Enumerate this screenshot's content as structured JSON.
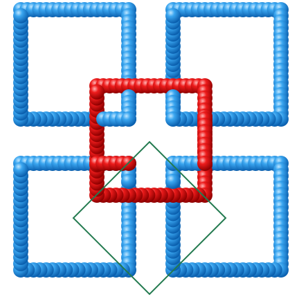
{
  "diagram": {
    "kind": "interlocked square bead rings",
    "rings": [
      {
        "name": "top-left",
        "color": "#1e8fe0"
      },
      {
        "name": "top-right",
        "color": "#1e8fe0"
      },
      {
        "name": "bottom-left",
        "color": "#1e8fe0"
      },
      {
        "name": "bottom-right",
        "color": "#1e8fe0"
      },
      {
        "name": "center",
        "color": "#e01010"
      }
    ],
    "unit_cell": {
      "stroke_color": "#237a4f"
    }
  }
}
